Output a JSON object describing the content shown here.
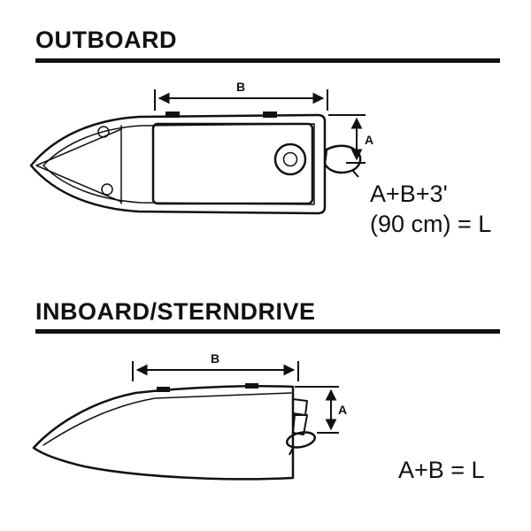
{
  "colors": {
    "ink": "#111111",
    "background": "#ffffff"
  },
  "sections": {
    "outboard": {
      "title": "OUTBOARD",
      "dim_b_label": "B",
      "dim_a_label": "A",
      "formula_line1": "A+B+3'",
      "formula_line2": "(90 cm) = L"
    },
    "inboard": {
      "title": "INBOARD/STERNDRIVE",
      "dim_b_label": "B",
      "dim_a_label": "A",
      "formula": "A+B = L"
    }
  }
}
